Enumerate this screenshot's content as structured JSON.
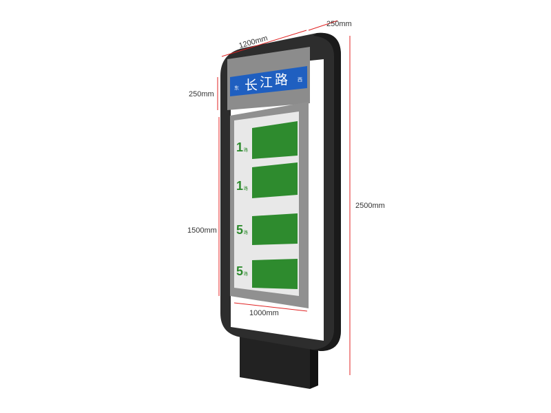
{
  "dimensions": {
    "top_width": "1200mm",
    "depth": "250mm",
    "header_height": "250mm",
    "total_height": "2500mm",
    "panel_height": "1500mm",
    "panel_width": "1000mm"
  },
  "street_sign": {
    "name_chars": [
      "长",
      "江",
      "路"
    ],
    "left_dir": "东",
    "right_dir": "西"
  },
  "route_panels": [
    {
      "number": "1",
      "suffix": "路"
    },
    {
      "number": "1",
      "suffix": "路"
    },
    {
      "number": "5",
      "suffix": "路"
    },
    {
      "number": "5",
      "suffix": "路"
    }
  ],
  "colors": {
    "frame": "#2b2b2b",
    "sign_blue": "#1f5fc0",
    "panel_green": "#2e8b2e",
    "dimension_red": "#e02020"
  }
}
